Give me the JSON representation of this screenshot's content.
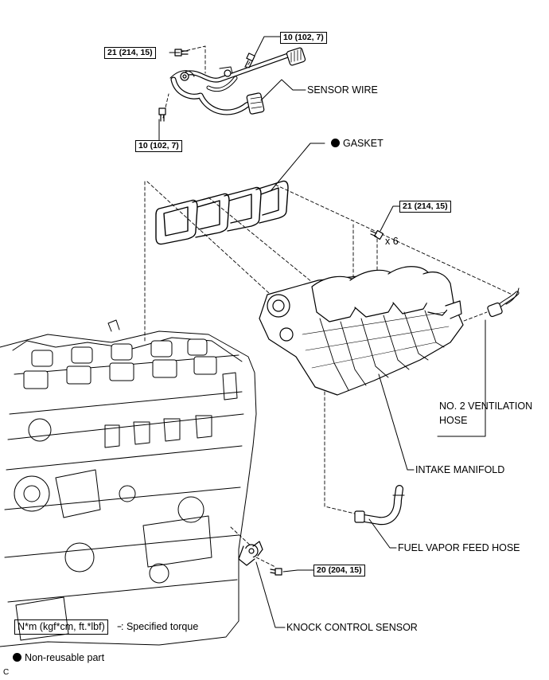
{
  "torque_specs": {
    "sensor_wire_left": "21 (214, 15)",
    "sensor_wire_right": "10 (102, 7)",
    "sensor_wire_bottom": "10 (102, 7)",
    "intake_manifold": "21 (214, 15)",
    "knock_sensor": "20 (204, 15)"
  },
  "bolt_quantity": "x 6",
  "parts": {
    "sensor_wire": "SENSOR WIRE",
    "gasket": "GASKET",
    "no2_ventilation_hose_line1": "NO. 2 VENTILATION",
    "no2_ventilation_hose_line2": "HOSE",
    "intake_manifold": "INTAKE MANIFOLD",
    "fuel_vapor_feed_hose": "FUEL VAPOR FEED HOSE",
    "knock_control_sensor": "KNOCK CONTROL SENSOR"
  },
  "legend": {
    "torque_unit": "N*m (kgf*cm, ft.*lbf)",
    "torque_desc": ": Specified torque",
    "non_reusable": "Non-reusable part"
  },
  "corner_mark": "C"
}
